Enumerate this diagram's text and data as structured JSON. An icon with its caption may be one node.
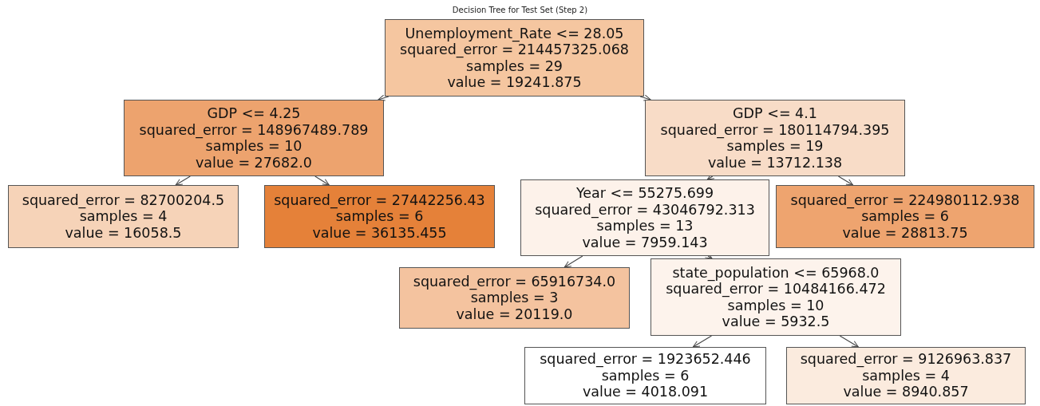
{
  "diagram": {
    "title": "Decision Tree for Test Set (Step 2)",
    "nodes": [
      {
        "text": [
          "Unemployment_Rate <= 28.05",
          "squared_error = 214457325.068",
          "samples = 29",
          "value = 19241.875"
        ]
      },
      {
        "text": [
          "GDP <= 4.25",
          "squared_error = 148967489.789",
          "samples = 10",
          "value = 27682.0"
        ]
      },
      {
        "text": [
          "GDP <= 4.1",
          "squared_error = 180114794.395",
          "samples = 19",
          "value = 13712.138"
        ]
      },
      {
        "text": [
          "squared_error = 82700204.5",
          "samples = 4",
          "value = 16058.5"
        ]
      },
      {
        "text": [
          "squared_error = 27442256.43",
          "samples = 6",
          "value = 36135.455"
        ]
      },
      {
        "text": [
          "Year <= 55275.699",
          "squared_error = 43046792.313",
          "samples = 13",
          "value = 7959.143"
        ]
      },
      {
        "text": [
          "squared_error = 224980112.938",
          "samples = 6",
          "value = 28813.75"
        ]
      },
      {
        "text": [
          "squared_error = 65916734.0",
          "samples = 3",
          "value = 20119.0"
        ]
      },
      {
        "text": [
          "state_population <= 65968.0",
          "squared_error = 10484166.472",
          "samples = 10",
          "value = 5932.5"
        ]
      },
      {
        "text": [
          "squared_error = 1923652.446",
          "samples = 6",
          "value = 4018.091"
        ]
      },
      {
        "text": [
          "squared_error = 9126963.837",
          "samples = 4",
          "value = 8940.857"
        ]
      }
    ],
    "edges": [
      {
        "from": 0,
        "to": 1,
        "arrow": "to"
      },
      {
        "from": 0,
        "to": 2,
        "arrow": "to"
      },
      {
        "from": 1,
        "to": 3,
        "arrow": "to"
      },
      {
        "from": 1,
        "to": 4,
        "arrow": "to"
      },
      {
        "from": 2,
        "to": 5,
        "arrow": "to"
      },
      {
        "from": 2,
        "to": 6,
        "arrow": "to"
      },
      {
        "from": 5,
        "to": 7,
        "arrow": "to"
      },
      {
        "from": 5,
        "to": 8,
        "arrow": "to"
      },
      {
        "from": 8,
        "to": 9,
        "arrow": "to"
      },
      {
        "from": 8,
        "to": 10,
        "arrow": "to"
      }
    ]
  }
}
